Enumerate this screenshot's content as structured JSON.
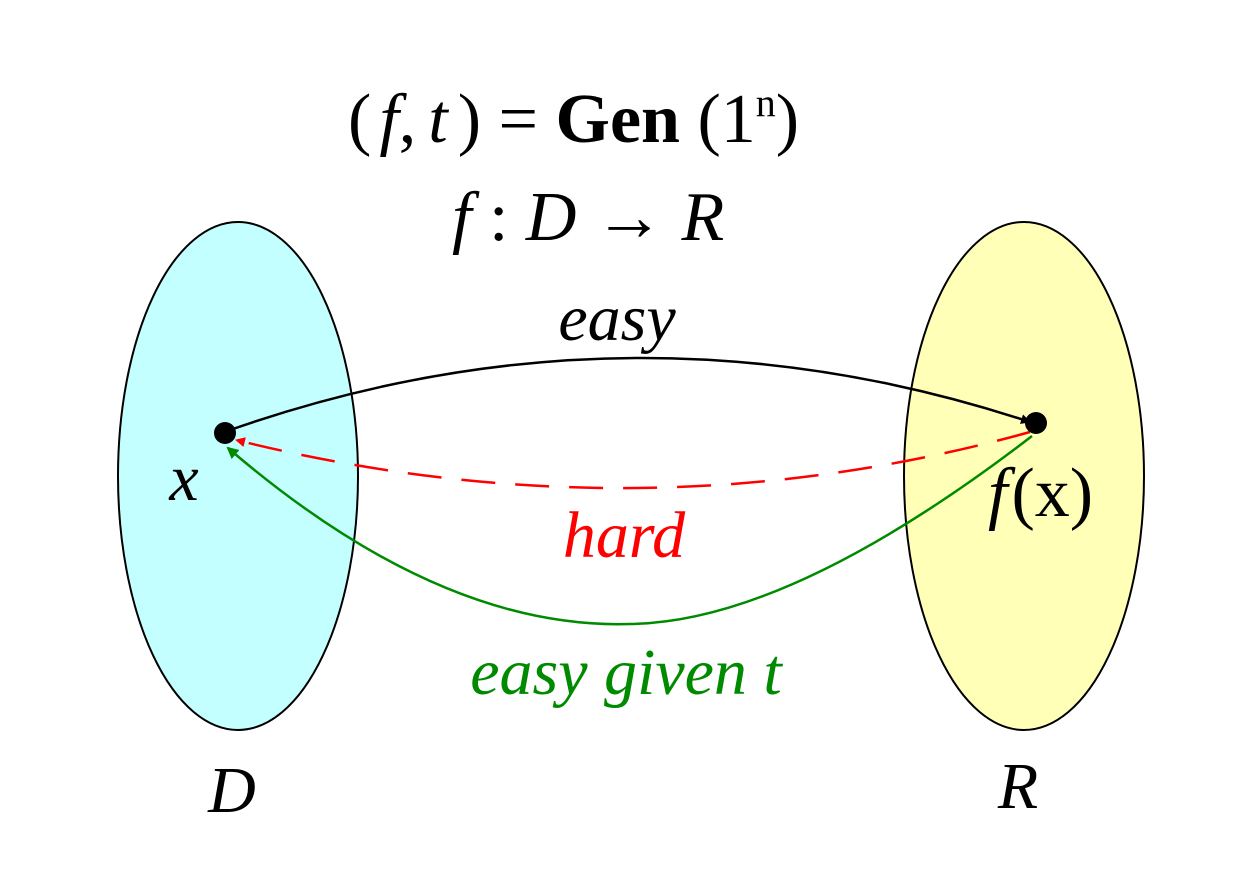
{
  "header": {
    "gen_open": "(",
    "gen_f": "f",
    "gen_comma": ",",
    "gen_t": "t",
    "gen_close_eq": ") = ",
    "gen_word": "Gen",
    "gen_arg_open": " (1",
    "gen_arg_exp": "n",
    "gen_arg_close": ")",
    "map_f": "f",
    "map_colon": " : ",
    "map_D": "D",
    "map_arrow": " → ",
    "map_R": "R"
  },
  "labels": {
    "easy": "easy",
    "hard": "hard",
    "easy_given_t": "easy given t",
    "x": "x",
    "fx_f": "f",
    "fx_arg": "(x)",
    "domain": "D",
    "range": "R"
  },
  "colors": {
    "domain_fill": "#c4ffff",
    "range_fill": "#ffffb8",
    "easy_arrow": "#000000",
    "hard_arrow": "#ff0000",
    "trapdoor_arrow": "#008a00"
  }
}
